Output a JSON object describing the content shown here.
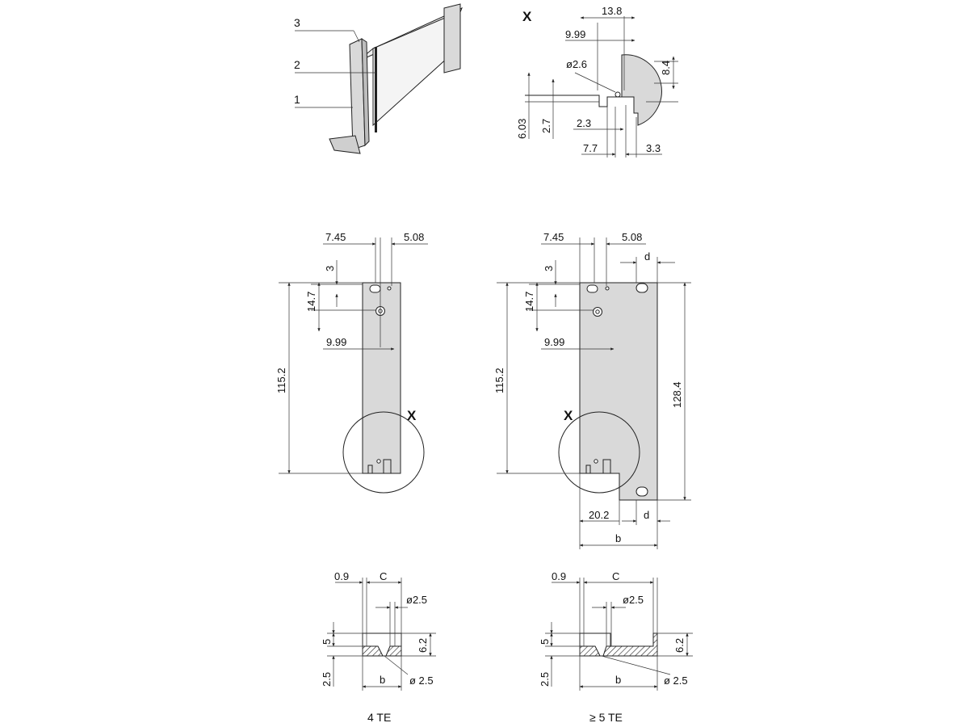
{
  "colors": {
    "panel_fill": "#d9d9d9",
    "line": "#222222",
    "background": "#ffffff"
  },
  "iso_view": {
    "callouts": [
      "3",
      "2",
      "1"
    ]
  },
  "detail_x": {
    "label": "X",
    "dims": {
      "d13_8": "13.8",
      "d9_99": "9.99",
      "hole": "ø2.6",
      "d8_4": "8.4",
      "d6_03": "6.03",
      "d2_7": "2.7",
      "d2_3": "2.3",
      "d7_7": "7.7",
      "d3_3": "3.3"
    }
  },
  "panel_4te": {
    "dims": {
      "d7_45": "7.45",
      "d5_08": "5.08",
      "d3": "3",
      "d14_7": "14.7",
      "d9_99": "9.99",
      "d115_2": "115.2"
    },
    "detail_label": "X"
  },
  "panel_5te": {
    "dims": {
      "d7_45": "7.45",
      "d5_08": "5.08",
      "d3": "3",
      "d14_7": "14.7",
      "d9_99": "9.99",
      "d115_2": "115.2",
      "d128_4": "128.4",
      "d_top": "d",
      "d_bot": "d",
      "d20_2": "20.2",
      "b": "b"
    },
    "detail_label": "X"
  },
  "section_4te": {
    "dims": {
      "d0_9": "0.9",
      "c": "C",
      "hole_top": "ø2.5",
      "d5": "5",
      "d6_2": "6.2",
      "d2_5": "2.5",
      "b": "b",
      "hole_bot": "ø 2.5"
    },
    "caption": "4 TE"
  },
  "section_5te": {
    "dims": {
      "d0_9": "0.9",
      "c": "C",
      "hole_top": "ø2.5",
      "d5": "5",
      "d6_2": "6.2",
      "d2_5": "2.5",
      "b": "b",
      "hole_bot": "ø 2.5"
    },
    "caption": "≥ 5 TE"
  }
}
